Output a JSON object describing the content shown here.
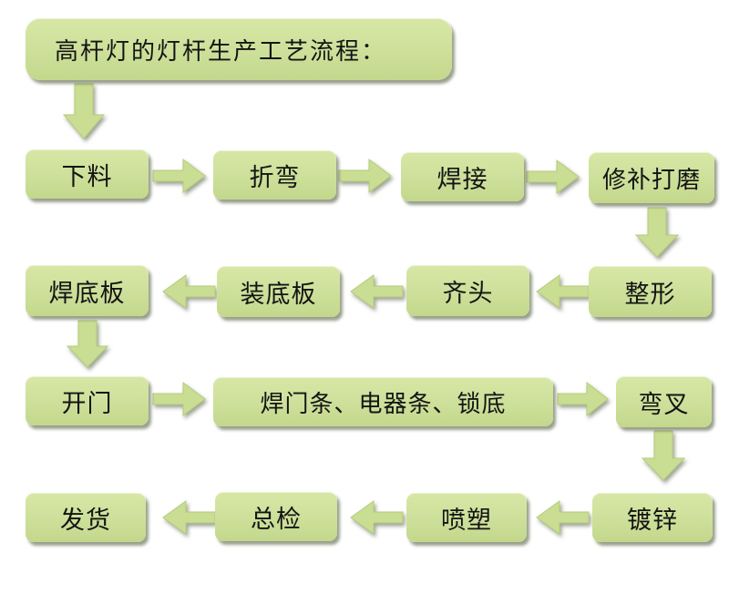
{
  "title": "高杆灯的灯杆生产工艺流程：",
  "steps": [
    "下料",
    "折弯",
    "焊接",
    "修补打磨",
    "整形",
    "齐头",
    "装底板",
    "焊底板",
    "开门",
    "焊门条、电器条、锁底",
    "弯叉",
    "镀锌",
    "喷塑",
    "总检",
    "发货"
  ],
  "colors": {
    "box_fill": "#cde09a",
    "arrow_fill": "#c9dd93",
    "text": "#141414"
  }
}
